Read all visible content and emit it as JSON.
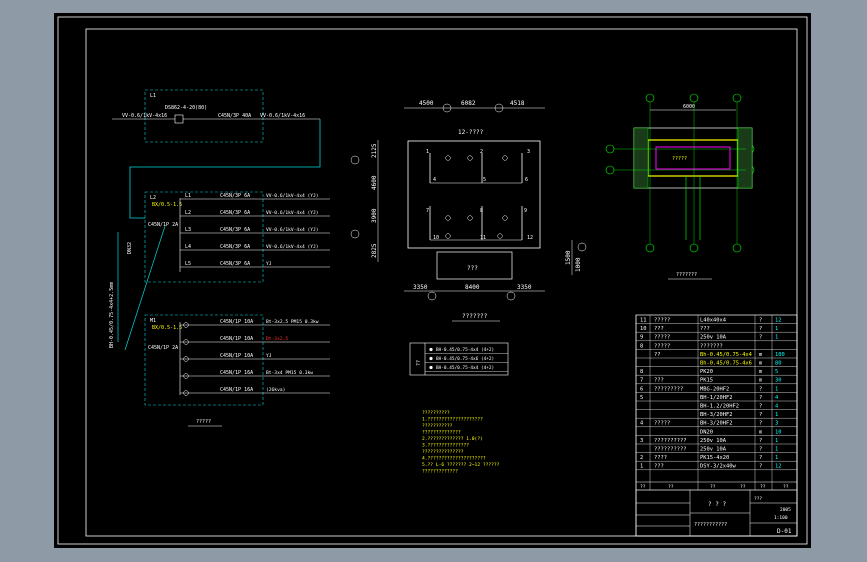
{
  "colors": {
    "background": "#000000",
    "line_white": "#ffffff",
    "line_cyan": "#00d8d8",
    "line_green": "#00ff00",
    "line_yellow": "#ffff00",
    "line_magenta": "#ff00ff",
    "line_red": "#ff3030"
  },
  "single_line": {
    "l1_box_label": "L1",
    "l1_breaker": "DS862-4-20(80)",
    "l1_feeder": "C45N/3P 40A",
    "l1_cable_in": "VV-0.6/1kV-4x16",
    "l1_cable_out": "VV-0.6/1kV-4x16",
    "l2_box_label": "L2",
    "l2_main": "C45N/1P 2A",
    "l2_note": "BX/0.5-1.5",
    "l2_rows": [
      {
        "label": "L1",
        "breaker": "C45N/3P 6A",
        "cable": "VV-0.6/1kV-4x4 (YJ)"
      },
      {
        "label": "L2",
        "breaker": "C45N/3P 6A",
        "cable": "VV-0.6/1kV-4x4 (YJ)"
      },
      {
        "label": "L3",
        "breaker": "C45N/3P 6A",
        "cable": "VV-0.6/1kV-4x4 (YJ)"
      },
      {
        "label": "L4",
        "breaker": "C45N/3P 6A",
        "cable": "VV-0.6/1kV-4x4 (YJ)"
      },
      {
        "label": "L5",
        "breaker": "C45N/3P 6A",
        "cable": "YJ"
      }
    ],
    "trunk_cable": "BH-0.45/0.75-4x4+2.5mm",
    "trunk_cable_short": "DN32",
    "m1_box_label": "M1",
    "m1_main": "C45N/1P 2A",
    "m1_note": "BX/0.5-1.5",
    "m1_rows": [
      {
        "breaker": "C45N/1P 10A",
        "cable": "Bt-3x2.5  PM15 0.3kw"
      },
      {
        "breaker": "C45N/1P 10A",
        "cable": "Bt-3x2.5"
      },
      {
        "breaker": "C45N/1P 10A",
        "cable": "YJ"
      },
      {
        "breaker": "C45N/1P 16A",
        "cable": "Bt-3x4  PM15 0.3kw"
      },
      {
        "breaker": "C45N/1P 16A",
        "cable": "(26kva)"
      }
    ],
    "caption": "?????"
  },
  "plan": {
    "top_dims": [
      "4500",
      "6082",
      "4518"
    ],
    "top_label": "12-????",
    "left_dims": [
      "2125",
      "4600",
      "3900",
      "2825"
    ],
    "bottom_dims": [
      "3350",
      "8400",
      "3350"
    ],
    "right_dims": [
      "1500",
      "1000"
    ],
    "cells": [
      "1",
      "2",
      "3",
      "4",
      "5",
      "6",
      "7",
      "8",
      "9",
      "10",
      "11",
      "12"
    ],
    "bottom_box": "???",
    "caption": "???????",
    "legend": [
      "BH-0.45/0.75-4x4 (4+2)",
      "BH-0.45/0.75-4x6 (4+2)",
      "BH-0.45/0.75-4x4 (4+2)"
    ],
    "legend_title": "??"
  },
  "foundation": {
    "top_dim": "6000",
    "inner_label": "?????",
    "caption": "???????"
  },
  "notes": [
    "??????????",
    "1.????????????????????",
    "  ???????????",
    "  ??????????????",
    "2.????????????? 1.0(?)",
    "3.???????????????",
    "  ???????????????",
    "4.?????????????????????",
    "5.?? L-6 ??????? 2~12 ??????",
    "  ?????????????"
  ],
  "table": {
    "rows": [
      {
        "no": "11",
        "name": "?????",
        "spec": "L40x40x4",
        "unit": "?",
        "qty": "12"
      },
      {
        "no": "10",
        "name": "???",
        "spec": "???",
        "unit": "?",
        "qty": "1"
      },
      {
        "no": "9",
        "name": "?????",
        "spec": "250v  10A",
        "unit": "?",
        "qty": "1"
      },
      {
        "no": "8",
        "name": "?????",
        "spec": "???????",
        "unit": "",
        "qty": ""
      },
      {
        "no": "",
        "name": "??",
        "spec": "Bh-0.45/0.75-4x4",
        "unit": "m",
        "qty": "100"
      },
      {
        "no": "",
        "name": "",
        "spec": "Bh-0.45/0.75-4x6",
        "unit": "m",
        "qty": "80"
      },
      {
        "no": "8",
        "name": "",
        "spec": "PK20",
        "unit": "m",
        "qty": "5"
      },
      {
        "no": "7",
        "name": "???",
        "spec": "PK15",
        "unit": "m",
        "qty": "30"
      },
      {
        "no": "6",
        "name": "?????????",
        "spec": "MBG-20HF2",
        "unit": "?",
        "qty": "1"
      },
      {
        "no": "5",
        "name": "",
        "spec": "BH-1/20HF2",
        "unit": "?",
        "qty": "4"
      },
      {
        "no": "",
        "name": "",
        "spec": "BH-1.2/20HF2",
        "unit": "?",
        "qty": "4"
      },
      {
        "no": "",
        "name": "",
        "spec": "BH-3/20HF2",
        "unit": "?",
        "qty": "1"
      },
      {
        "no": "4",
        "name": "?????",
        "spec": "BH-3/20HF2",
        "unit": "?",
        "qty": "3"
      },
      {
        "no": "",
        "name": "",
        "spec": "DN20",
        "unit": "m",
        "qty": "10"
      },
      {
        "no": "3",
        "name": "??????????",
        "spec": "250v  10A",
        "unit": "?",
        "qty": "1"
      },
      {
        "no": "",
        "name": "??????????",
        "spec": "250v  10A",
        "unit": "?",
        "qty": "1"
      },
      {
        "no": "2",
        "name": "????",
        "spec": "PK15-4x20",
        "unit": "?",
        "qty": "1"
      },
      {
        "no": "1",
        "name": "???",
        "spec": "DSY-3/2x40w",
        "unit": "?",
        "qty": "12"
      }
    ],
    "header": [
      "??",
      "??",
      "??",
      "??",
      "??",
      "??"
    ],
    "title_block": {
      "project": "? ? ?",
      "drawing": "???????????",
      "sheet": "D-01",
      "scale": "1:100",
      "stage": "???",
      "date": "2005"
    }
  }
}
